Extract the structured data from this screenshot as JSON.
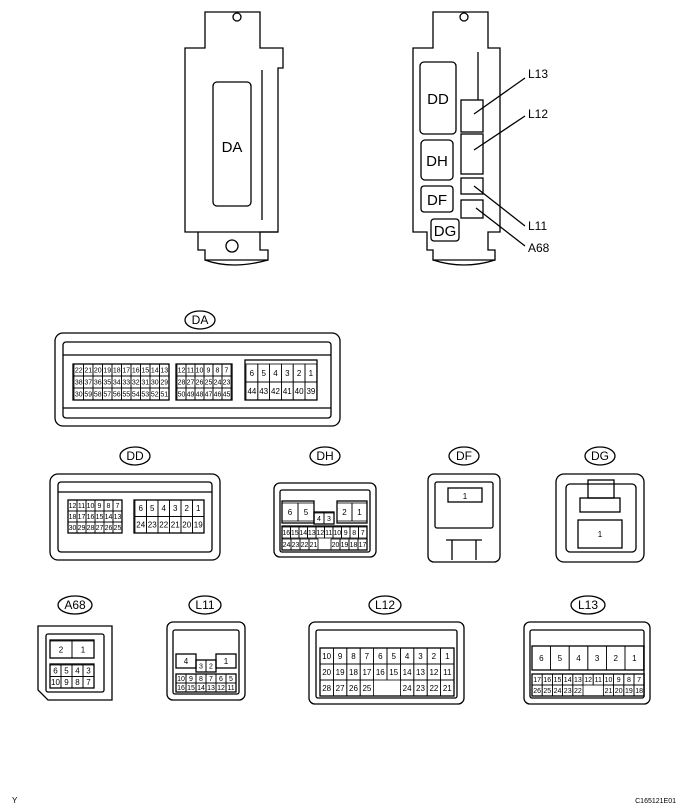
{
  "top_left": {
    "label": "DA"
  },
  "top_right": {
    "labels": [
      "DD",
      "DH",
      "DF",
      "DG"
    ],
    "callouts": [
      "L13",
      "L12",
      "L11",
      "A68"
    ]
  },
  "connectors": {
    "DA": {
      "label": "DA",
      "rows_a": [
        [
          "22",
          "21",
          "20",
          "19",
          "18",
          "17",
          "16",
          "15",
          "14",
          "13"
        ],
        [
          "38",
          "37",
          "36",
          "35",
          "34",
          "33",
          "32",
          "31",
          "30",
          "29"
        ],
        [
          "30",
          "59",
          "58",
          "57",
          "56",
          "55",
          "54",
          "53",
          "52",
          "51"
        ]
      ],
      "rows_b": [
        [
          "12",
          "11",
          "10",
          "9",
          "8",
          "7"
        ],
        [
          "28",
          "27",
          "26",
          "25",
          "24",
          "23"
        ],
        [
          "50",
          "49",
          "48",
          "47",
          "46",
          "45"
        ]
      ],
      "rows_c": [
        [
          "6",
          "5",
          "4",
          "3",
          "2",
          "1"
        ],
        [
          "44",
          "43",
          "42",
          "41",
          "40",
          "39"
        ]
      ]
    },
    "DD": {
      "label": "DD",
      "rows_a": [
        [
          "12",
          "11",
          "10",
          "9",
          "8",
          "7"
        ],
        [
          "18",
          "17",
          "16",
          "15",
          "14",
          "13"
        ],
        [
          "30",
          "29",
          "28",
          "27",
          "26",
          "25"
        ]
      ],
      "rows_b": [
        [
          "6",
          "5",
          "4",
          "3",
          "2",
          "1"
        ],
        [
          "24",
          "23",
          "22",
          "21",
          "20",
          "19"
        ]
      ]
    },
    "DH": {
      "label": "DH",
      "top_left": [
        "6",
        "5"
      ],
      "top_mid": [
        "4",
        "3"
      ],
      "top_right": [
        "2",
        "1"
      ],
      "row2_left": [
        "16",
        "15",
        "14",
        "13",
        "12",
        "11",
        "10",
        "9",
        "8",
        "7"
      ],
      "row3_left": [
        "24",
        "23",
        "22",
        "21"
      ],
      "row3_right": [
        "20",
        "19",
        "18",
        "17"
      ]
    },
    "DF": {
      "label": "DF",
      "pin": "1"
    },
    "DG": {
      "label": "DG",
      "pin": "1"
    },
    "A68": {
      "label": "A68",
      "rows": [
        [
          "2",
          "1"
        ],
        [
          "6",
          "5",
          "4",
          "3"
        ],
        [
          "10",
          "9",
          "8",
          "7"
        ]
      ]
    },
    "L11": {
      "label": "L11",
      "top": [
        "4",
        "3",
        "2",
        "1"
      ],
      "rows": [
        [
          "10",
          "9",
          "8",
          "7",
          "6",
          "5"
        ],
        [
          "16",
          "15",
          "14",
          "13",
          "12",
          "11"
        ]
      ]
    },
    "L12": {
      "label": "L12",
      "row1": [
        "10",
        "9",
        "8",
        "7",
        "6",
        "5",
        "4",
        "3",
        "2",
        "1"
      ],
      "row2": [
        "20",
        "19",
        "18",
        "17",
        "16",
        "15",
        "14",
        "13",
        "12",
        "11"
      ],
      "row3_left": [
        "28",
        "27",
        "26",
        "25"
      ],
      "row3_right": [
        "24",
        "23",
        "22",
        "21"
      ]
    },
    "L13": {
      "label": "L13",
      "row1": [
        "6",
        "5",
        "4",
        "3",
        "2",
        "1"
      ],
      "row2": [
        "17",
        "16",
        "15",
        "14",
        "13",
        "12",
        "11",
        "10",
        "9",
        "8",
        "7"
      ],
      "row3_left": [
        "26",
        "25",
        "24",
        "23",
        "22"
      ],
      "row3_right": [
        "21",
        "20",
        "19",
        "18"
      ]
    }
  },
  "footer": {
    "left": "Y",
    "right": "C165121E01"
  }
}
